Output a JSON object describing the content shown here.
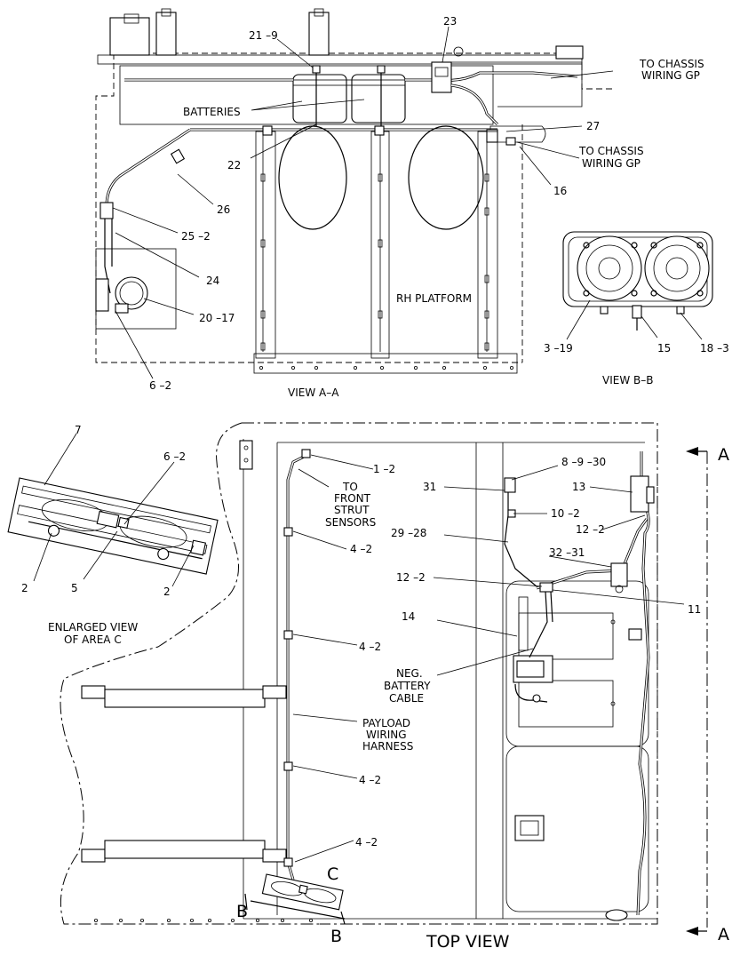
{
  "view_aa": {
    "caption": "VIEW A–A",
    "callouts": {
      "c21_9": "21 –9",
      "c23": "23",
      "to_chassis_1": [
        "TO CHASSIS",
        "WIRING GP"
      ],
      "batteries": "BATTERIES",
      "c27": "27",
      "to_chassis_2": [
        "TO CHASSIS",
        "WIRING GP"
      ],
      "c22": "22",
      "c16": "16",
      "c26": "26",
      "c25_2": "25 –2",
      "c24": "24",
      "rh_platform": "RH PLATFORM",
      "c20_17": "20 –17",
      "c6_2": "6 –2"
    }
  },
  "view_bb": {
    "caption": "VIEW B–B",
    "callouts": {
      "c3_19": "3 –19",
      "c15": "15",
      "c18_3": "18 –3"
    }
  },
  "enlarged_c": {
    "caption": [
      "ENLARGED VIEW",
      "OF AREA C"
    ],
    "callouts": {
      "c7": "7",
      "c6_2": "6 –2",
      "c2a": "2",
      "c5": "5",
      "c2b": "2"
    }
  },
  "top_view": {
    "caption": "TOP VIEW",
    "section_marks": {
      "a_top": "A",
      "a_bottom": "A",
      "b_left": "B",
      "b_right": "B",
      "area_c": "C"
    },
    "callouts": {
      "c1_2": "1 –2",
      "to_front_strut": [
        "TO",
        "FRONT",
        "STRUT",
        "SENSORS"
      ],
      "c4_2a": "4 –2",
      "c4_2b": "4 –2",
      "c4_2c": "4 –2",
      "c4_2d": "4 –2",
      "payload_harness": [
        "PAYLOAD",
        "WIRING",
        "HARNESS"
      ],
      "c8_9_30": "8 –9 –30",
      "c31": "31",
      "c13": "13",
      "c10_2": "10 –2",
      "c29_28": "29 –28",
      "c12_2a": "12 –2",
      "c32_31": "32 –31",
      "c12_2b": "12 –2",
      "c11": "11",
      "c14": "14",
      "neg_battery": [
        "NEG.",
        "BATTERY",
        "CABLE"
      ]
    }
  }
}
